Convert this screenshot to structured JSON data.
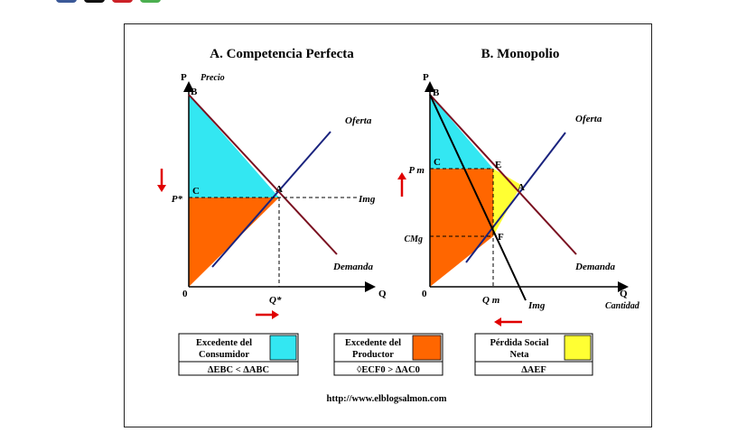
{
  "share_buttons": [
    {
      "name": "facebook-share-button",
      "color": "#3b5998"
    },
    {
      "name": "x-share-button",
      "color": "#111111"
    },
    {
      "name": "pinterest-share-button",
      "color": "#cc2127"
    },
    {
      "name": "whatsapp-share-button",
      "color": "#4caf50"
    }
  ],
  "colors": {
    "consumer_surplus": "#33E7F2",
    "producer_surplus": "#FF6600",
    "deadweight_loss": "#FFFF33",
    "supply": "#1a237e",
    "demand": "#7a1020",
    "mr": "#000000",
    "arrow": "#e00000"
  },
  "panel_a": {
    "title": "A. Competencia Perfecta",
    "y_axis": "P",
    "y_axis_sub": "Precio",
    "x_axis": "Q",
    "origin": "0",
    "point_b": "B",
    "point_c": "C",
    "point_a": "A",
    "price_label": "P*",
    "qty_label": "Q*",
    "supply_label": "Oferta",
    "demand_label": "Demanda",
    "img_label": "Img"
  },
  "panel_b": {
    "title": "B. Monopolio",
    "y_axis": "P",
    "x_axis": "Q",
    "x_axis_sub": "Cantidad",
    "origin": "0",
    "point_b": "B",
    "point_c": "C",
    "point_e": "E",
    "point_a": "A",
    "point_f": "F",
    "price_label": "P m",
    "cmg_label": "CMg",
    "qty_label": "Q m",
    "supply_label": "Oferta",
    "demand_label": "Demanda",
    "img_label": "Img"
  },
  "legend": [
    {
      "line1": "Excedente del",
      "line2": "Consumidor",
      "formula": "ΔEBC < ΔABC"
    },
    {
      "line1": "Excedente del",
      "line2": "Productor",
      "formula": "◊ECF0 > ΔAC0"
    },
    {
      "line1": "Pérdida Social",
      "line2": "Neta",
      "formula": "ΔAEF"
    }
  ],
  "source_url": "http://www.elblogsalmon.com"
}
